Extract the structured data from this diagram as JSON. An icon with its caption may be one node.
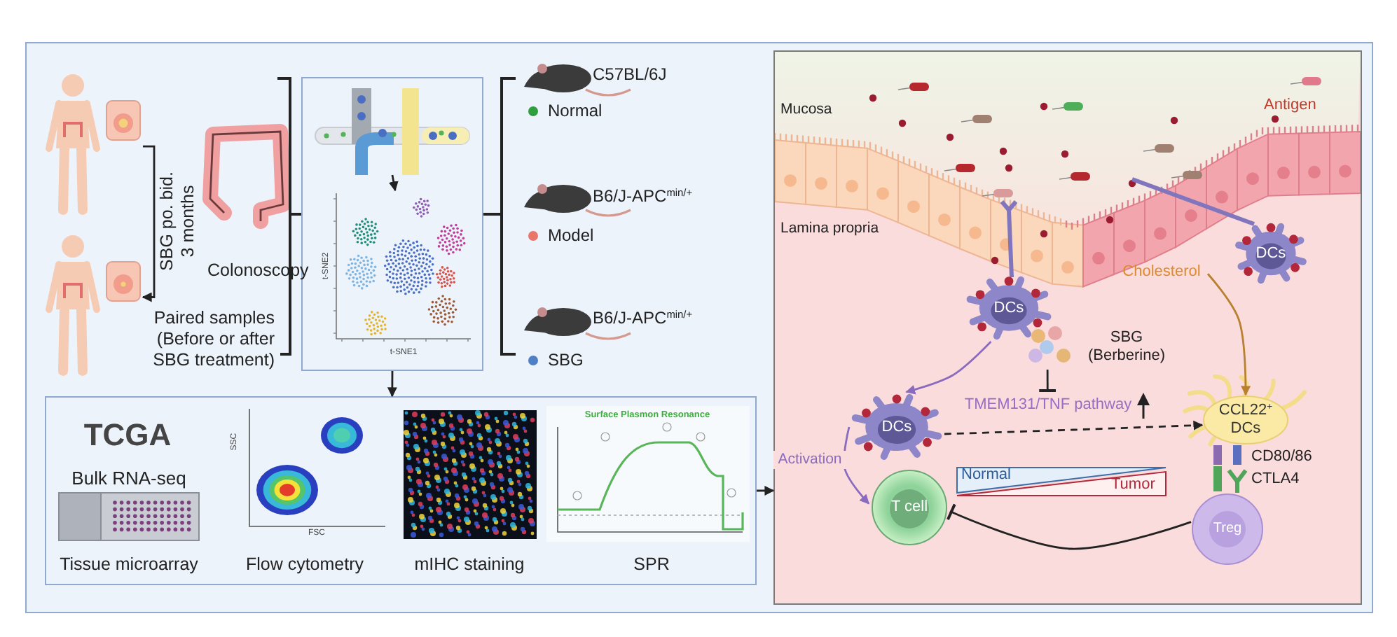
{
  "diagram": {
    "nodes": [
      {
        "text": [],
        "shape": "picture"
      },
      {
        "text": [],
        "shape": "picture"
      },
      {
        "text": [],
        "shape": "box"
      },
      {
        "text": [],
        "shape": "picture",
        "in": 2
      },
      {
        "text": [],
        "shape": "picture",
        "in": 2,
        "beside": [
          "t-SNE2",
          "t-SNE1"
        ]
      },
      {
        "text": [],
        "shape": "box"
      },
      {
        "text": [],
        "shape": "box"
      },
      {
        "text": [
          "DCs"
        ],
        "in": 6
      },
      {
        "text": [
          "DCs"
        ],
        "in": 6
      },
      {
        "text": [
          "Cholesterol"
        ],
        "in": 6
      },
      {
        "text": [
          "SBG (Berberine)"
        ],
        "in": 6
      },
      {
        "text": [
          "TMEM131/TNF pathway"
        ],
        "in": 6
      },
      {
        "text": [
          "DCs"
        ],
        "in": 6
      },
      {
        "text": [
          "CCL22$^{+}$ DCs"
        ],
        "in": 6
      },
      {
        "text": [
          "T cell"
        ],
        "in": 6
      },
      {
        "text": [
          "Treg"
        ],
        "in": 6
      }
    ],
    "edges": [
      {
        "from": 0,
        "to": 1,
        "arrow": "to",
        "label": "SBG po. bid. 3 months"
      },
      {
        "from": 3,
        "to": 4,
        "arrow": "to"
      },
      {
        "from": 2,
        "to": 5,
        "arrow": "to"
      },
      {
        "from": 5,
        "to": 6,
        "arrow": "to"
      },
      {
        "from": 7,
        "to": 12,
        "arrow": "to",
        "color": "#8a6bbf"
      },
      {
        "from": 12,
        "to": 14,
        "arrow": "to",
        "label": "Activation",
        "color": "#8a6bbf"
      },
      {
        "from": 9,
        "to": 13,
        "arrow": "to",
        "color": "#b8802f"
      },
      {
        "from": 10,
        "to": 11,
        "arrow": "other"
      },
      {
        "from": 12,
        "to": 13,
        "arrow": "to",
        "style": "dashed"
      },
      {
        "from": 15,
        "to": 14,
        "arrow": "other"
      }
    ],
    "labels": [
      "Colonoscopy",
      "Paired samples (Before or after SBG treatment)",
      "C57BL/6J",
      "B6/J-APC$^{min/+}$",
      "B6/J-APC$^{min/+}$",
      "TCGA",
      "Bulk RNA-seq",
      "SSC",
      "FSC",
      "Surface Plasmon Resonance",
      "Tissue microarray",
      "Flow cytometry",
      "mIHC staining",
      "SPR",
      "Mucosa",
      "Antigen",
      "Lamina propria",
      "CD80/86",
      "Normal",
      "Tumor",
      "CTLA4"
    ],
    "legend": [
      {
        "text": "Normal",
        "color": "#2e9e3e"
      },
      {
        "text": "Model",
        "color": "#e8766a"
      },
      {
        "text": "SBG",
        "color": "#4f7fc4"
      }
    ]
  }
}
